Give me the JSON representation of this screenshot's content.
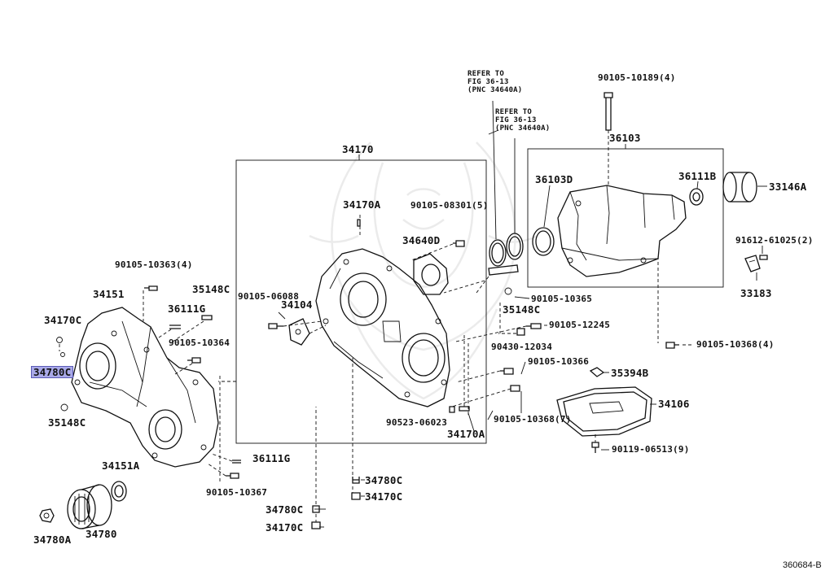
{
  "diagram": {
    "figure_code": "360684-B",
    "highlight_color": "#a9a9e8",
    "labels": {
      "refer1": [
        "REFER TO",
        "FIG 36-13",
        "(PNC 34640A)"
      ],
      "refer2": [
        "REFER TO",
        "FIG 36-13",
        "(PNC 34640A)"
      ],
      "p90105_10189": "90105-10189(4)",
      "p36103": "36103",
      "p34170": "34170",
      "p34170A_top": "34170A",
      "p90105_08301": "90105-08301(5)",
      "p36103D": "36103D",
      "p36111B": "36111B",
      "p33146A": "33146A",
      "p34640D": "34640D",
      "p91612_61025": "91612-61025(2)",
      "p90105_10363": "90105-10363(4)",
      "p33183": "33183",
      "p34151": "34151",
      "p35148C_top": "35148C",
      "p90105_06088": "90105-06088",
      "p34104": "34104",
      "p90105_10365": "90105-10365",
      "p34170C_left": "34170C",
      "p36111G_top": "36111G",
      "p35148C_mid": "35148C",
      "p90105_12245": "90105-12245",
      "p90105_10364": "90105-10364",
      "p90105_10368_4": "90105-10368(4)",
      "p34780C_hl": "34780C",
      "p90430_12034": "90430-12034",
      "p90105_10366": "90105-10366",
      "p35394B": "35394B",
      "p35148C_bot": "35148C",
      "p34106": "34106",
      "p90523_06023": "90523-06023",
      "p90105_10368_7": "90105-10368(7)",
      "p34170A_bot": "34170A",
      "p90119_06513": "90119-06513(9)",
      "p36111G_bot": "36111G",
      "p34151A": "34151A",
      "p90105_10367": "90105-10367",
      "p34780C_r": "34780C",
      "p34170C_r": "34170C",
      "p34780C_l": "34780C",
      "p34170C_l2": "34170C",
      "p34780A": "34780A",
      "p34780": "34780"
    }
  }
}
